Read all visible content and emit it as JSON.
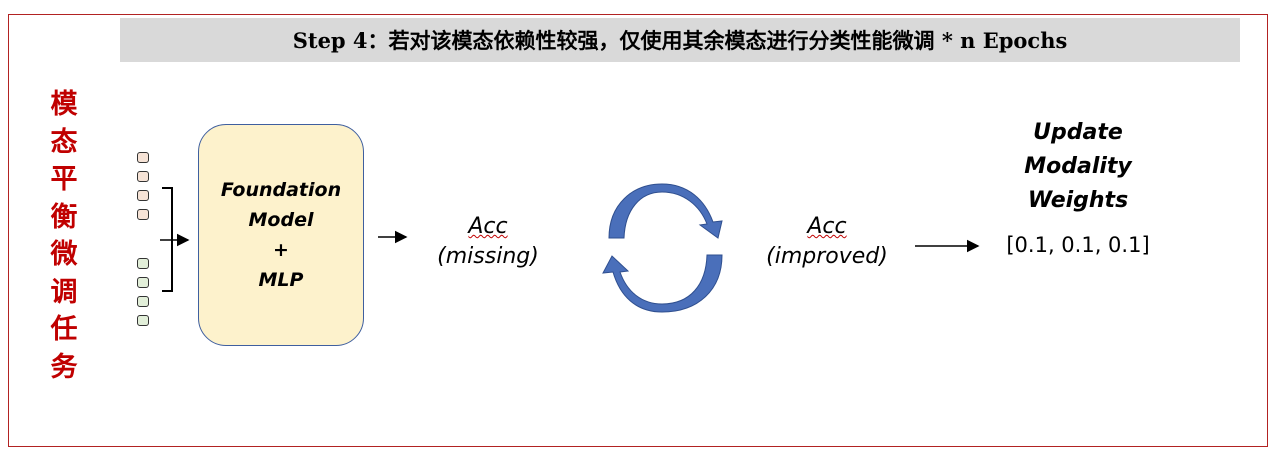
{
  "title": "Step 4：若对该模态依赖性较强，仅使用其余模态进行分类性能微调 * n Epochs",
  "side_label": [
    "模",
    "态",
    "平",
    "衡",
    "微",
    "调",
    "任",
    "务"
  ],
  "model": {
    "line1": "Foundation",
    "line2": "Model",
    "line3": "+",
    "line4": "MLP"
  },
  "acc_missing": {
    "line1": "Acc",
    "line2": "(missing)"
  },
  "acc_improved": {
    "line1": "Acc",
    "line2": "(improved)"
  },
  "update": {
    "line1": "Update",
    "line2": "Modality",
    "line3": "Weights"
  },
  "weights": "[0.1, 0.1, 0.1]",
  "colors": {
    "border": "#b22222",
    "side_text": "#c00000",
    "model_fill": "#fdf2cc",
    "cycle_arrow": "#4a6fba"
  }
}
